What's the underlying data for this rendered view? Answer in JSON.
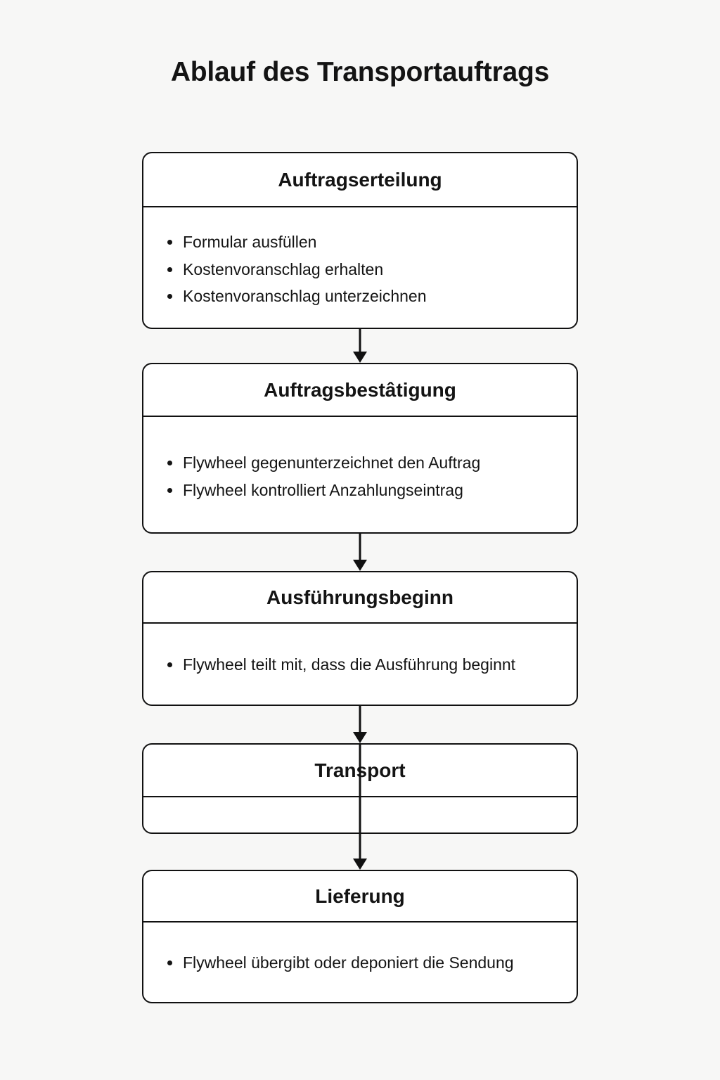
{
  "title": "Ablauf des Transportauftrags",
  "background_color": "#f7f7f6",
  "node_fill_color": "#ffffff",
  "line_color": "#111111",
  "text_color": "#141414",
  "flow": {
    "type": "vertical-flowchart",
    "connector": "down-arrow",
    "nodes": [
      {
        "id": "auftragserteilung",
        "header": "Auftragserteilung",
        "bullets": [
          "Formular ausfüllen",
          "Kostenvoranschlag erhalten",
          "Kostenvoranschlag unterzeichnen"
        ]
      },
      {
        "id": "auftragsbestaetigung",
        "header": "Auftragsbestâtigung",
        "bullets": [
          "Flywheel gegenunterzeichnet den Auftrag",
          "Flywheel kontrolliert Anzahlungseintrag"
        ]
      },
      {
        "id": "ausfuehrungsbeginn",
        "header": "Ausführungsbeginn",
        "bullets": [
          "Flywheel teilt mit, dass die Ausführung beginnt"
        ]
      },
      {
        "id": "transport",
        "header": "Transport",
        "bullets": []
      },
      {
        "id": "lieferung",
        "header": "Lieferung",
        "bullets": [
          "Flywheel übergibt oder deponiert die Sendung"
        ]
      }
    ]
  }
}
